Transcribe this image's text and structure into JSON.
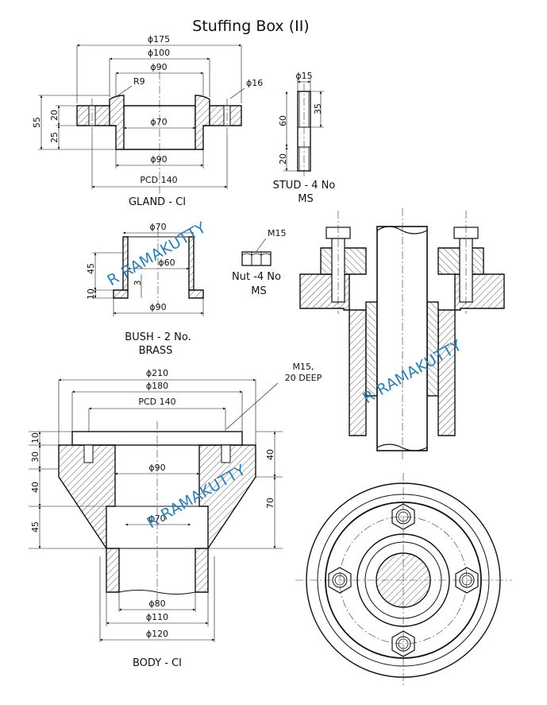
{
  "title": "Stuffing Box (II)",
  "watermark": "R RAMAKUTTY",
  "gland": {
    "name": "GLAND - CI",
    "dims": {
      "d175": "ϕ175",
      "d100": "ϕ100",
      "d90_top": "ϕ90",
      "r9": "R9",
      "d16": "ϕ16",
      "d70": "ϕ70",
      "d90_bot": "ϕ90",
      "pcd": "PCD 140",
      "h55": "55",
      "h20": "20",
      "h25": "25"
    }
  },
  "stud": {
    "name": "STUD - 4 No",
    "material": "MS",
    "dims": {
      "d15": "ϕ15",
      "l35": "35",
      "l60": "60",
      "l20": "20"
    }
  },
  "bush": {
    "name": "BUSH - 2 No.",
    "material": "BRASS",
    "dims": {
      "d70": "ϕ70",
      "d60": "ϕ60",
      "d90": "ϕ90",
      "h45": "45",
      "h10": "10",
      "t3": "3"
    }
  },
  "nut": {
    "name": "Nut -4 No",
    "material": "MS",
    "dims": {
      "m15": "M15"
    }
  },
  "body": {
    "name": "BODY - CI",
    "callout_line1": "M15,",
    "callout_line2": "20 DEEP",
    "dims": {
      "d210": "ϕ210",
      "d180": "ϕ180",
      "pcd": "PCD 140",
      "d90": "ϕ90",
      "d70": "ϕ70",
      "d80": "ϕ80",
      "d110": "ϕ110",
      "d120": "ϕ120",
      "h10": "10",
      "h30": "30",
      "h40": "40",
      "h45": "45",
      "r40": "40",
      "r70": "70"
    }
  },
  "colors": {
    "line": "#111111",
    "watermark": "#2f7fb0"
  }
}
